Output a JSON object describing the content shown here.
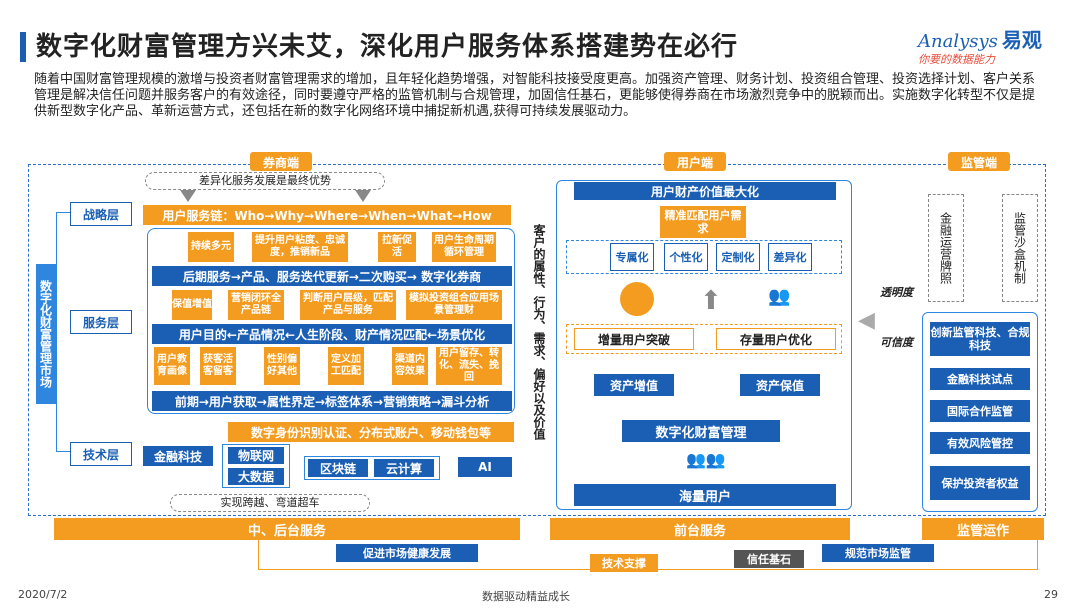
{
  "title": "数字化财富管理方兴未艾，深化用户服务体系搭建势在必行",
  "logo": {
    "en": "nalysys",
    "en_prefix": "A",
    "cn": "易观",
    "slogan": "你要的数据能力"
  },
  "intro": "随着中国财富管理规模的激增与投资者财富管理需求的增加，且年轻化趋势增强，对智能科技接受度更高。加强资产管理、财务计划、投资组合管理、投资选择计划、客户关系管理是解决信任问题并服务客户的有效途径，同时要遵守严格的监管机制与合规管理，加固信任基石，更能够使得券商在市场激烈竞争中的脱颖而出。实施数字化转型不仅是提供新型数字化产品、革新运营方式，还包括在新的数字化网络环境中捕捉新机遇,获得可持续发展驱动力。",
  "broker": {
    "header": "券商端",
    "top_cloud": "差异化服务发展是最终优势",
    "side_label": "数字化财富管理市场",
    "layers": {
      "strategy": "战略层",
      "service": "服务层",
      "tech": "技术层"
    },
    "chain": "用户服务链：Who→Why→Where→When→What→How",
    "top_items": [
      "持续多元",
      "提升用户粘度、忠诚度，推销新品",
      "拉新促活",
      "用户生命周期循环管理"
    ],
    "after_sale": "后期服务→产品、服务迭代更新→二次购买→ 数字化券商",
    "mid_items": [
      "保值增值",
      "营销闭环全产品链",
      "判断用户层级，匹配产品与服务",
      "模拟投资组合应用场景管理财"
    ],
    "purpose": "用户目的←产品情况←人生阶段、财产情况匹配←场景优化",
    "low_items": [
      "用户教育画像",
      "获客活客留客",
      "性别偏好其他",
      "定义加工匹配",
      "渠道内容效果",
      "用户留存、转化、流失、挽回"
    ],
    "early": "前期→用户获取→属性界定→标签体系→营销策略→漏斗分析",
    "tech_top": "数字身份识别认证、分布式账户、移动钱包等",
    "fintech": "金融科技",
    "iot": "物联网",
    "bigdata": "大数据",
    "blockchain": "区块链",
    "cloud": "云计算",
    "ai": "AI",
    "bottom_cloud": "实现跨越、弯道超车"
  },
  "middle_vertical": "客户的属性、行为、需求、偏好以及价值",
  "user": {
    "header": "用户端",
    "top": "用户财产价值最大化",
    "precise": "精准匹配用户需求",
    "features": [
      "专属化",
      "个性化",
      "定制化",
      "差异化"
    ],
    "growth": "增量用户突破",
    "stock": "存量用户优化",
    "appreciate": "资产增值",
    "preserve": "资产保值",
    "dwm": "数字化财富管理",
    "mass": "海量用户"
  },
  "transparency": "透明度",
  "credibility": "可信度",
  "reg": {
    "header": "监管端",
    "v1": "金融运营牌照",
    "v2": "监管沙盒机制",
    "items": [
      "创新监管科技、合规科技",
      "金融科技试点",
      "国际合作监管",
      "有效风险管控",
      "保护投资者权益"
    ]
  },
  "bottom": {
    "mid_back": "中、后台服务",
    "front": "前台服务",
    "reg_ops": "监管运作",
    "health": "促进市场健康发展",
    "tech_support": "技术支撑",
    "trust": "信任基石",
    "regulate": "规范市场监管"
  },
  "footer": {
    "date": "2020/7/2",
    "center": "数据驱动精益成长",
    "page": "29"
  },
  "colors": {
    "blue": "#1a5fb4",
    "orange": "#f39c1f",
    "light_blue": "#2e86de"
  }
}
